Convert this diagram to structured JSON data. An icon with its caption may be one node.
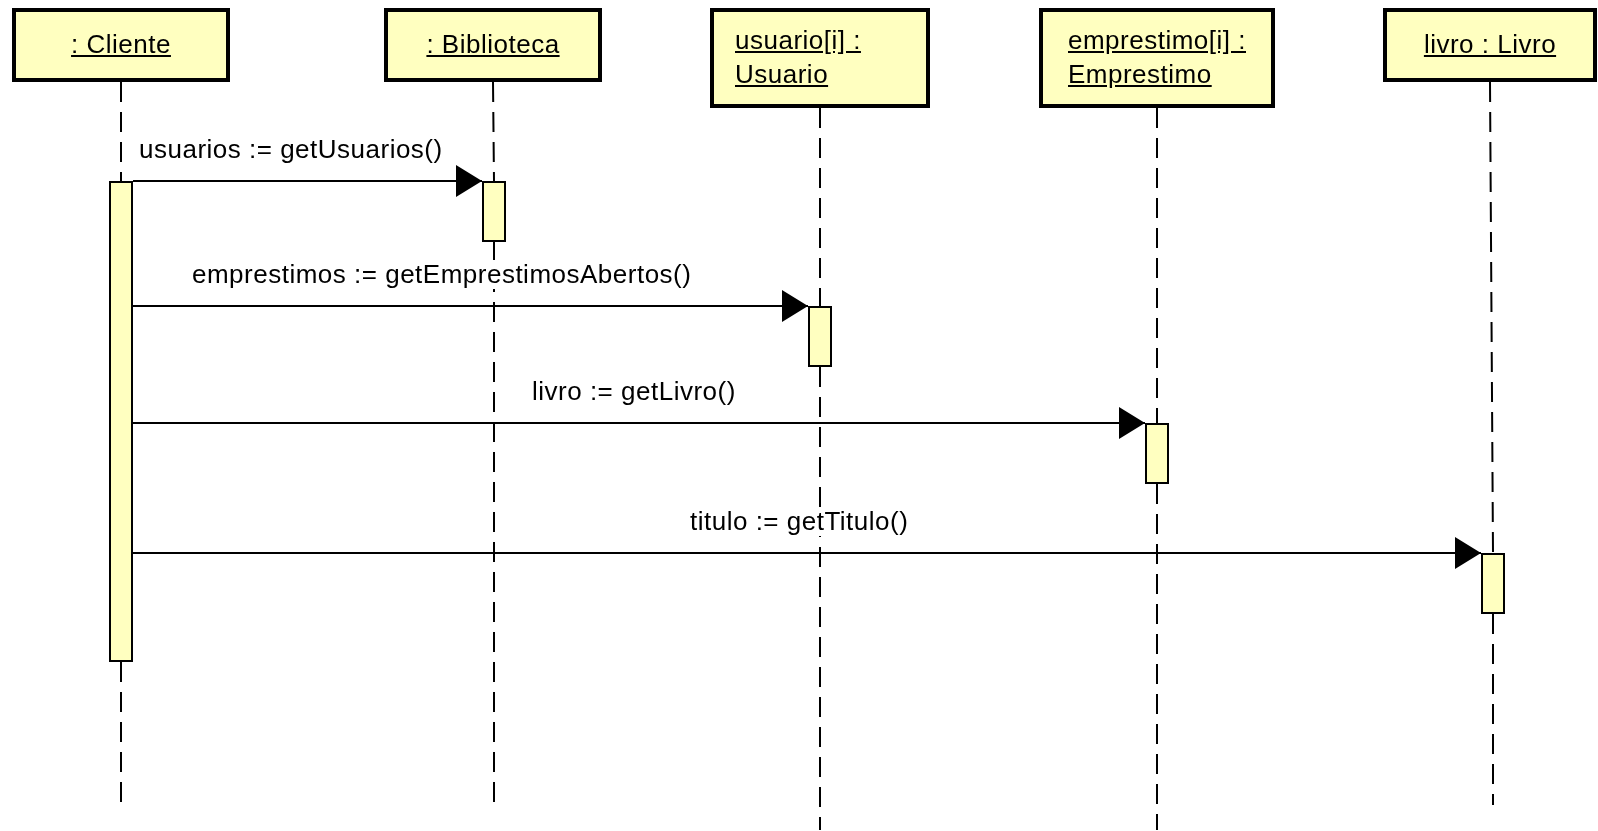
{
  "diagram": {
    "nodes": [
      {
        "text": [
          ": Cliente"
        ]
      },
      {
        "text": [
          ": Biblioteca"
        ]
      },
      {
        "text": [
          "usuario[i] : Usuario"
        ]
      },
      {
        "text": [
          "emprestimo[i] : Emprestimo"
        ]
      },
      {
        "text": [
          "livro : Livro"
        ]
      },
      {
        "text": [],
        "shape": "bar"
      },
      {
        "text": [],
        "shape": "bar"
      },
      {
        "text": [],
        "shape": "bar"
      },
      {
        "text": [],
        "shape": "bar"
      },
      {
        "text": [],
        "shape": "bar"
      }
    ],
    "edges": [
      {
        "from": 0,
        "to": 5,
        "arrow": "none",
        "style": "dashed"
      },
      {
        "from": 1,
        "to": 6,
        "arrow": "none",
        "style": "dashed"
      },
      {
        "from": 2,
        "to": 7,
        "arrow": "none",
        "style": "dashed"
      },
      {
        "from": 3,
        "to": 8,
        "arrow": "none",
        "style": "dashed"
      },
      {
        "from": 4,
        "to": 9,
        "arrow": "none",
        "style": "dashed"
      },
      {
        "from": 5,
        "to": 6,
        "arrow": "to",
        "label": "usuarios := getUsuarios()"
      },
      {
        "from": 5,
        "to": 7,
        "arrow": "to",
        "label": "emprestimos := getEmprestimosAbertos()"
      },
      {
        "from": 5,
        "to": 8,
        "arrow": "to",
        "label": "livro := getLivro()"
      },
      {
        "from": 5,
        "to": 9,
        "arrow": "to",
        "label": "titulo := getTitulo()"
      }
    ]
  }
}
